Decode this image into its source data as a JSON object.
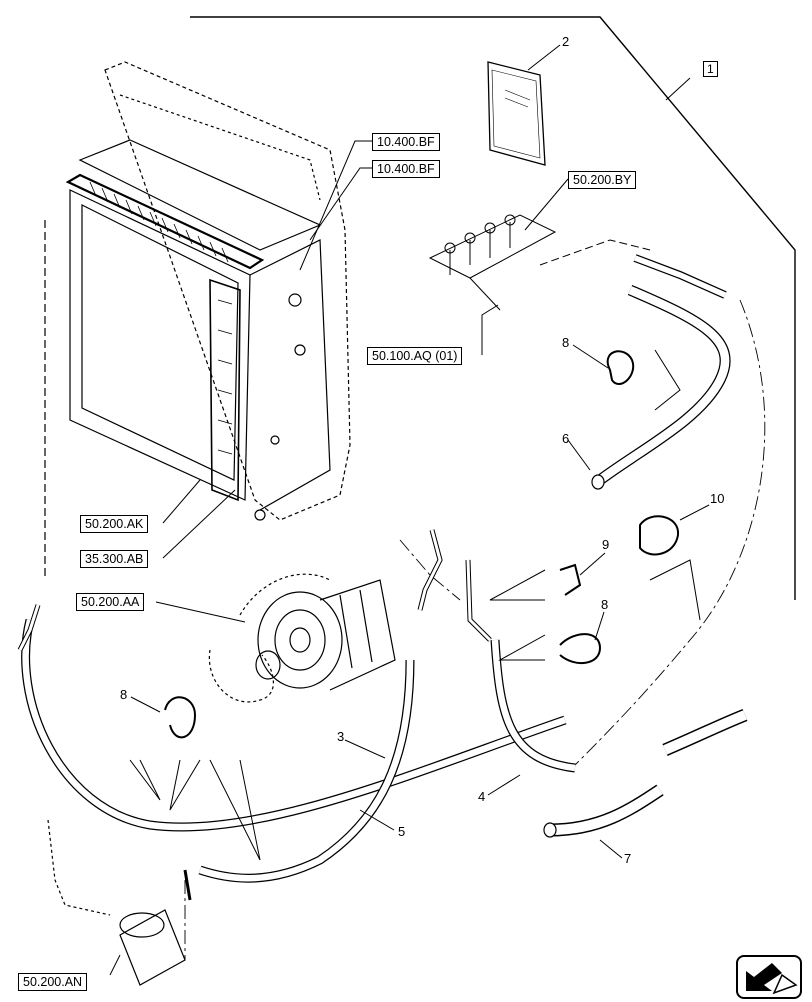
{
  "refs": {
    "r1": "10.400.BF",
    "r2": "10.400.BF",
    "r3": "50.200.BY",
    "r4": "50.100.AQ (01)",
    "r5": "50.200.AK",
    "r6": "35.300.AB",
    "r7": "50.200.AA",
    "r8": "50.200.AN"
  },
  "parts": {
    "p1": "1",
    "p2": "2",
    "p3": "3",
    "p4": "4",
    "p5": "5",
    "p6": "6",
    "p7": "7",
    "p8a": "8",
    "p8b": "8",
    "p8c": "8",
    "p9": "9",
    "p10": "10"
  },
  "manual_cover_text": "",
  "nav_icon": "next-page-arrow-icon"
}
